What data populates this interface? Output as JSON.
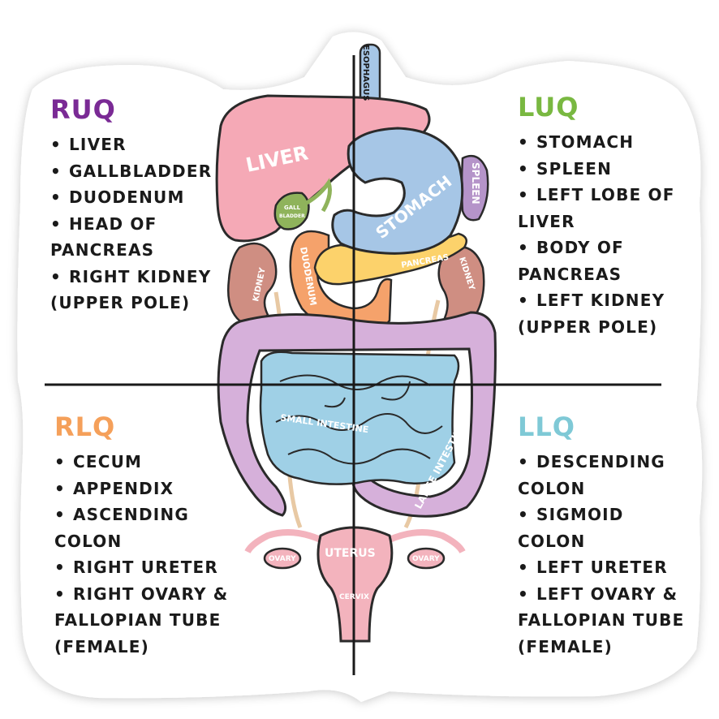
{
  "colors": {
    "ruq": "#7a2a95",
    "luq": "#79b841",
    "rlq": "#f5a05a",
    "llq": "#7fc9d6",
    "liver": "#f5a9b6",
    "stomach": "#a6c6e6",
    "spleen": "#b594c9",
    "gallbladder": "#8fb35b",
    "pancreas": "#fcd26b",
    "duodenum": "#f5a26b",
    "kidney": "#cf8e82",
    "large_intestine": "#d6b0da",
    "small_intestine": "#9fd0e6",
    "uterus": "#f3b3bd"
  },
  "quadrants": {
    "ruq": {
      "title": "RUQ",
      "items": [
        "LIVER",
        "GALLBLADDER",
        "DUODENUM",
        "HEAD OF",
        "PANCREAS",
        "RIGHT KIDNEY",
        "(UPPER POLE)"
      ],
      "bullets": [
        true,
        true,
        true,
        true,
        false,
        true,
        false
      ]
    },
    "luq": {
      "title": "LUQ",
      "items": [
        "STOMACH",
        "SPLEEN",
        "LEFT LOBE OF",
        "LIVER",
        "BODY OF",
        "PANCREAS",
        "LEFT KIDNEY",
        "(UPPER POLE)"
      ],
      "bullets": [
        true,
        true,
        true,
        false,
        true,
        false,
        true,
        false
      ]
    },
    "rlq": {
      "title": "RLQ",
      "items": [
        "CECUM",
        "APPENDIX",
        "ASCENDING",
        "COLON",
        "RIGHT URETER",
        "RIGHT OVARY &",
        "FALLOPIAN TUBE",
        "(FEMALE)"
      ],
      "bullets": [
        true,
        true,
        true,
        false,
        true,
        true,
        false,
        false
      ]
    },
    "llq": {
      "title": "LLQ",
      "items": [
        "DESCENDING",
        "COLON",
        "SIGMOID COLON",
        "LEFT URETER",
        "LEFT OVARY &",
        "FALLOPIAN TUBE",
        "(FEMALE)"
      ],
      "bullets": [
        true,
        false,
        true,
        true,
        true,
        false,
        false
      ]
    }
  },
  "bullet_char": "•",
  "organ_labels": {
    "esophagus": "ESOPHAGUS",
    "liver": "LIVER",
    "gallbladder_1": "GALL",
    "gallbladder_2": "BLADDER",
    "stomach": "STOMACH",
    "spleen": "SPLEEN",
    "pancreas": "PANCREAS",
    "kidney_right": "KIDNEY",
    "kidney_left": "KIDNEY",
    "duodenum": "DUODENUM",
    "small_intestine": "SMALL INTESTINE",
    "large_intestine": "LARGE INTESTINE",
    "uterus": "UTERUS",
    "ovary_right": "OVARY",
    "ovary_left": "OVARY",
    "cervix": "CERVIX"
  }
}
